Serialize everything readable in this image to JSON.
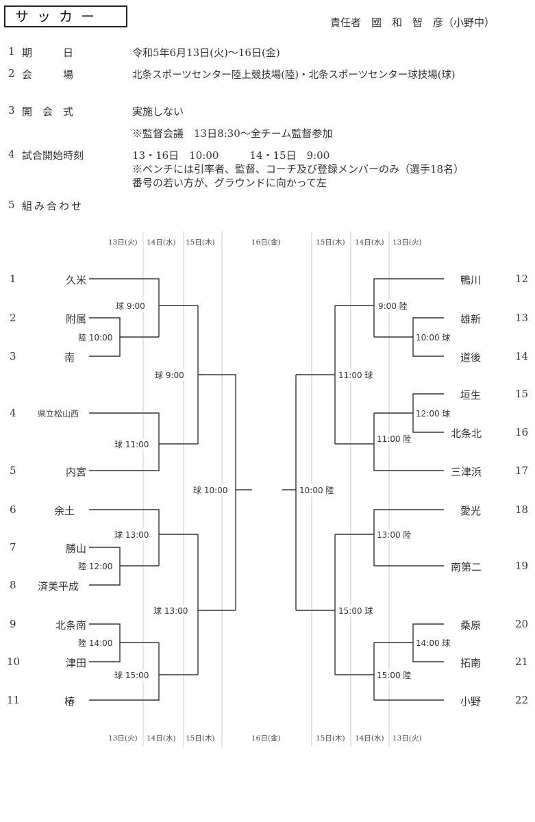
{
  "header": {
    "title": "サッカー",
    "manager": "責任者　國　和　智　彦（小野中）"
  },
  "info": [
    {
      "no": "1",
      "label": "期　　　日",
      "value": "令和5年6月13日(火)〜16日(金)"
    },
    {
      "no": "2",
      "label": "会　　　場",
      "value": "北条スポーツセンター陸上競技場(陸)・北条スポーツセンター球技場(球)"
    },
    {
      "no": "3",
      "label": "開　会　式",
      "value": "実施しない"
    },
    {
      "no": "",
      "label": "",
      "value": "※監督会議　13日8:30〜全チーム監督参加"
    },
    {
      "no": "4",
      "label": "試合開始時刻",
      "value": "13・16日　10:00　　　14・15日　9:00"
    },
    {
      "no": "",
      "label": "",
      "value": "※ベンチには引率者、監督、コーチ及び登録メンバーのみ（選手18名）"
    },
    {
      "no": "",
      "label": "",
      "value": "番号の若い方が、グラウンドに向かって左"
    },
    {
      "no": "5",
      "label": "組み合わせ",
      "value": ""
    }
  ],
  "date_headers": {
    "left": [
      "13日(火)",
      "14日(水)",
      "15日(木)"
    ],
    "center": "16日(金)",
    "right": [
      "15日(木)",
      "14日(水)",
      "13日(火)"
    ]
  },
  "left_teams": [
    {
      "no": "1",
      "name": "久米"
    },
    {
      "no": "2",
      "name": "附属"
    },
    {
      "no": "3",
      "name": "南"
    },
    {
      "no": "4",
      "name": "県立松山西"
    },
    {
      "no": "5",
      "name": "内宮"
    },
    {
      "no": "6",
      "name": "余土"
    },
    {
      "no": "7",
      "name": "勝山"
    },
    {
      "no": "8",
      "name": "済美平成"
    },
    {
      "no": "9",
      "name": "北条南"
    },
    {
      "no": "10",
      "name": "津田"
    },
    {
      "no": "11",
      "name": "椿"
    }
  ],
  "right_teams": [
    {
      "no": "12",
      "name": "鴨川"
    },
    {
      "no": "13",
      "name": "雄新"
    },
    {
      "no": "14",
      "name": "道後"
    },
    {
      "no": "15",
      "name": "垣生"
    },
    {
      "no": "16",
      "name": "北条北"
    },
    {
      "no": "17",
      "name": "三津浜"
    },
    {
      "no": "18",
      "name": "愛光"
    },
    {
      "no": "19",
      "name": "南第二"
    },
    {
      "no": "20",
      "name": "桑原"
    },
    {
      "no": "21",
      "name": "拓南"
    },
    {
      "no": "22",
      "name": "小野"
    }
  ],
  "matches": {
    "left": [
      "陸 10:00",
      "球 9:00",
      "球 11:00",
      "陸 12:00",
      "球 13:00",
      "陸 14:00",
      "球 15:00",
      "球 9:00",
      "球 13:00",
      "球 10:00"
    ],
    "right": [
      "10:00 球",
      "9:00 陸",
      "12:00 球",
      "11:00 陸",
      "13:00 陸",
      "14:00 球",
      "15:00 陸",
      "11:00 球",
      "15:00 球",
      "10:00 陸"
    ]
  }
}
